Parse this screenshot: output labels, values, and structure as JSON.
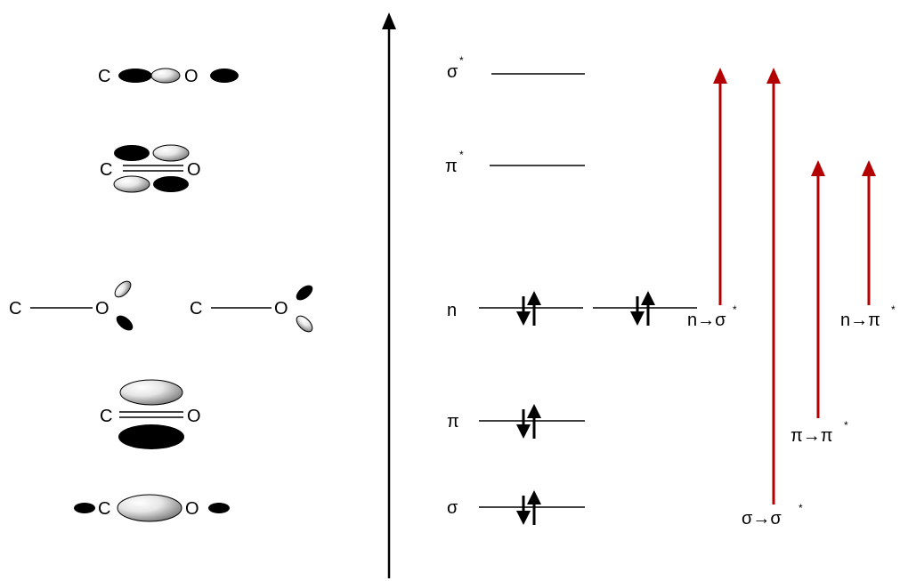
{
  "atoms": {
    "carbon": "C",
    "oxygen": "O"
  },
  "levels": [
    {
      "label": "σ",
      "superscript": "*"
    },
    {
      "label": "π",
      "superscript": "*"
    },
    {
      "label": "n",
      "superscript": ""
    },
    {
      "label": "π",
      "superscript": ""
    },
    {
      "label": "σ",
      "superscript": ""
    }
  ],
  "transitions": [
    {
      "label": "n→σ",
      "superscript": "*"
    },
    {
      "label": "σ→σ",
      "superscript": "*"
    },
    {
      "label": "π→π",
      "superscript": "*"
    },
    {
      "label": "n→π",
      "superscript": "*"
    }
  ],
  "colors": {
    "line": "#000000",
    "transition_arrow": "#b30000",
    "lobe_dark": "#000000",
    "lobe_light_highlight": "#ffffff",
    "lobe_light_shade": "#8c8c8c"
  }
}
